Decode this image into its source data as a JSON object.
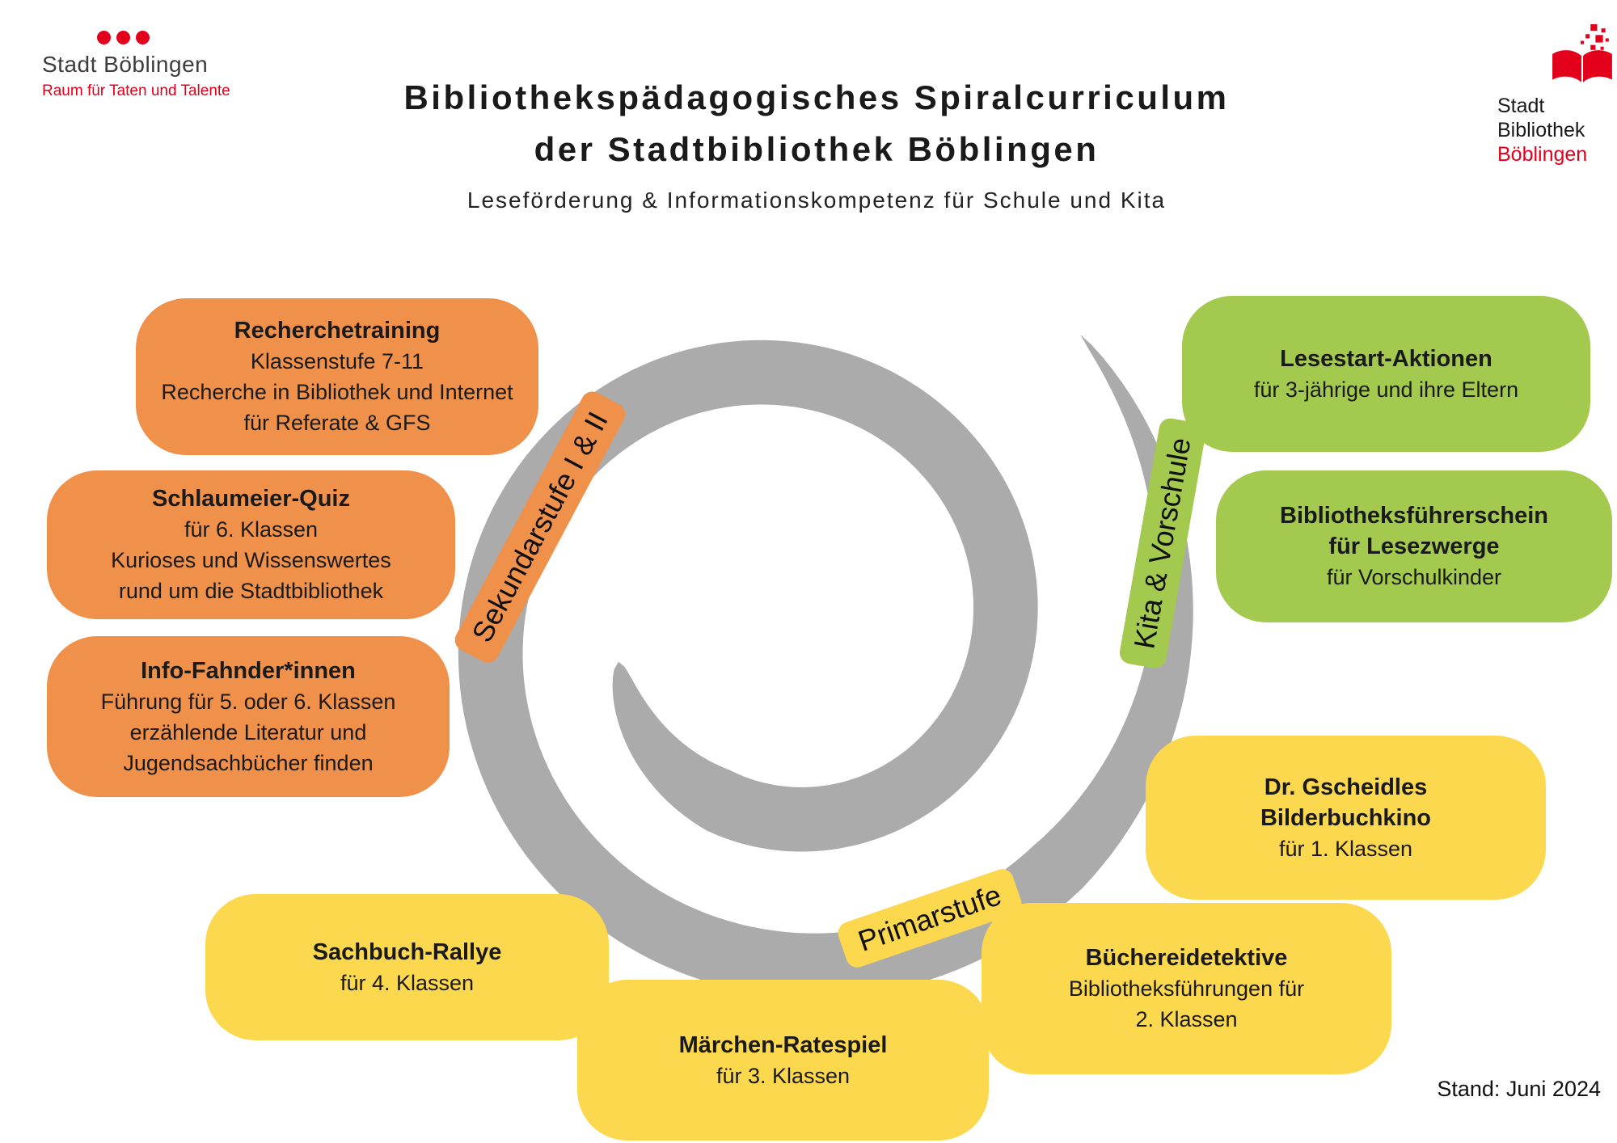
{
  "header": {
    "logo_left": {
      "name": "Stadt Böblingen",
      "tagline": "Raum für Taten und Talente"
    },
    "logo_right": {
      "line1": "Stadt",
      "line2": "Bibliothek",
      "line3": "Böblingen"
    },
    "title_line1": "Bibliothekspädagogisches Spiralcurriculum",
    "title_line2": "der Stadtbibliothek Böblingen",
    "subtitle": "Leseförderung & Informationskompetenz für Schule und Kita"
  },
  "spiral": {
    "stages": {
      "sekundarstufe": "Sekundarstufe I & II",
      "kita": "Kita & Vorschule",
      "primarstufe": "Primarstufe"
    }
  },
  "boxes": {
    "recherchetraining": {
      "title": "Recherchetraining",
      "line1": "Klassenstufe 7-11",
      "line2": "Recherche in Bibliothek und Internet",
      "line3": "für Referate & GFS"
    },
    "schlaumeier_quiz": {
      "title": "Schlaumeier-Quiz",
      "line1": "für 6. Klassen",
      "line2": "Kurioses und Wissenswertes",
      "line3": "rund um die Stadtbibliothek"
    },
    "info_fahnder": {
      "title": "Info-Fahnder*innen",
      "line1": "Führung für 5. oder 6. Klassen",
      "line2": "erzählende Literatur und",
      "line3": "Jugendsachbücher finden"
    },
    "lesestart": {
      "title": "Lesestart-Aktionen",
      "line1": "für 3-jährige und ihre Eltern"
    },
    "fuehrerschein": {
      "title": "Bibliotheksführerschein",
      "title2": "für Lesezwerge",
      "line1": "für Vorschulkinder"
    },
    "bilderbuchkino": {
      "title": "Dr. Gscheidles",
      "title2": "Bilderbuchkino",
      "line1": "für 1. Klassen"
    },
    "sachbuch_rallye": {
      "title": "Sachbuch-Rallye",
      "line1": "für 4. Klassen"
    },
    "maerchen_ratespiel": {
      "title": "Märchen-Ratespiel",
      "line1": "für 3. Klassen"
    },
    "buechereidetektive": {
      "title": "Büchereidetektive",
      "line1": "Bibliotheksführungen für",
      "line2": "2. Klassen"
    }
  },
  "footer": {
    "stand": "Stand: Juni 2024"
  },
  "colors": {
    "orange": "#F0914B",
    "green": "#A3C94E",
    "yellow": "#FCD84F",
    "spiral-gray": "#ABABAB",
    "logo-red": "#E2001A"
  }
}
